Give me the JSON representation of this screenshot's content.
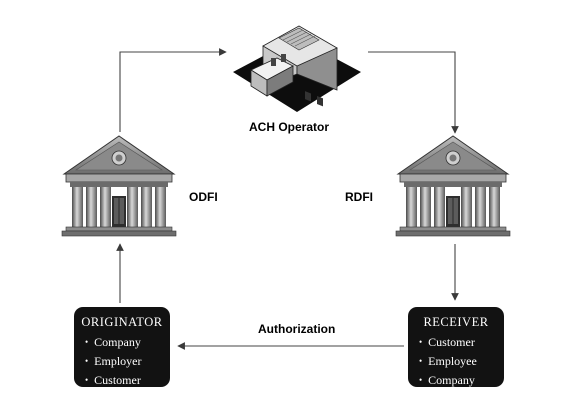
{
  "nodes": {
    "operator": {
      "label": "ACH Operator"
    },
    "odfi": {
      "label": "ODFI"
    },
    "rdfi": {
      "label": "RDFI"
    }
  },
  "edges": {
    "authorization": {
      "label": "Authorization"
    }
  },
  "originator": {
    "title": "ORIGINATOR",
    "items": [
      "Company",
      "Employer",
      "Customer"
    ]
  },
  "receiver": {
    "title": "RECEIVER",
    "items": [
      "Customer",
      "Employee",
      "Company"
    ]
  },
  "icons": {
    "operator": "office-building-icon",
    "odfi": "bank-building-icon",
    "rdfi": "bank-building-icon"
  },
  "colors": {
    "box_background": "#121212",
    "box_text": "#ffffff",
    "line": "#444444"
  }
}
